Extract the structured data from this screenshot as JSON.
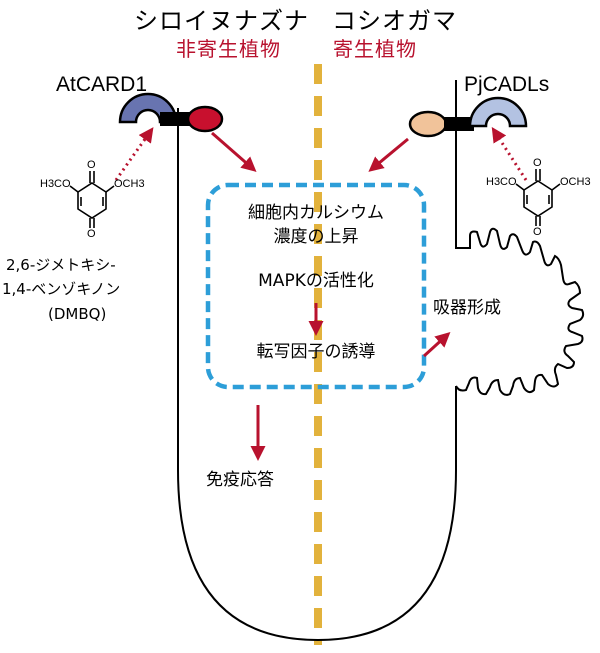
{
  "headers": {
    "left_plant": "シロイヌナズナ",
    "left_type": "非寄生植物",
    "right_plant": "コシオガマ",
    "right_type": "寄生植物"
  },
  "receptors": {
    "left": "AtCARD1",
    "right": "PjCADLs"
  },
  "molecule": {
    "name_line1": "2,6-ジメトキシ-",
    "name_line2": "1,4-ベンゾキノン",
    "abbrev": "(DMBQ)",
    "group1": "H3CO",
    "group2": "OCH3",
    "oxygen": "O"
  },
  "pathway": {
    "step1_line1": "細胞内カルシウム",
    "step1_line2": "濃度の上昇",
    "step2": "MAPKの活性化",
    "step3": "転写因子の誘導"
  },
  "outcomes": {
    "immune": "免疫応答",
    "haustorium": "吸器形成"
  },
  "colors": {
    "arrow": "#b8122e",
    "divider": "#e2b23c",
    "box_border": "#2d9ed8",
    "left_receptor_blue": "#6874b0",
    "left_receptor_red": "#c8102e",
    "right_receptor_pale": "#b3c2e2",
    "right_receptor_peach": "#f1c39a"
  }
}
